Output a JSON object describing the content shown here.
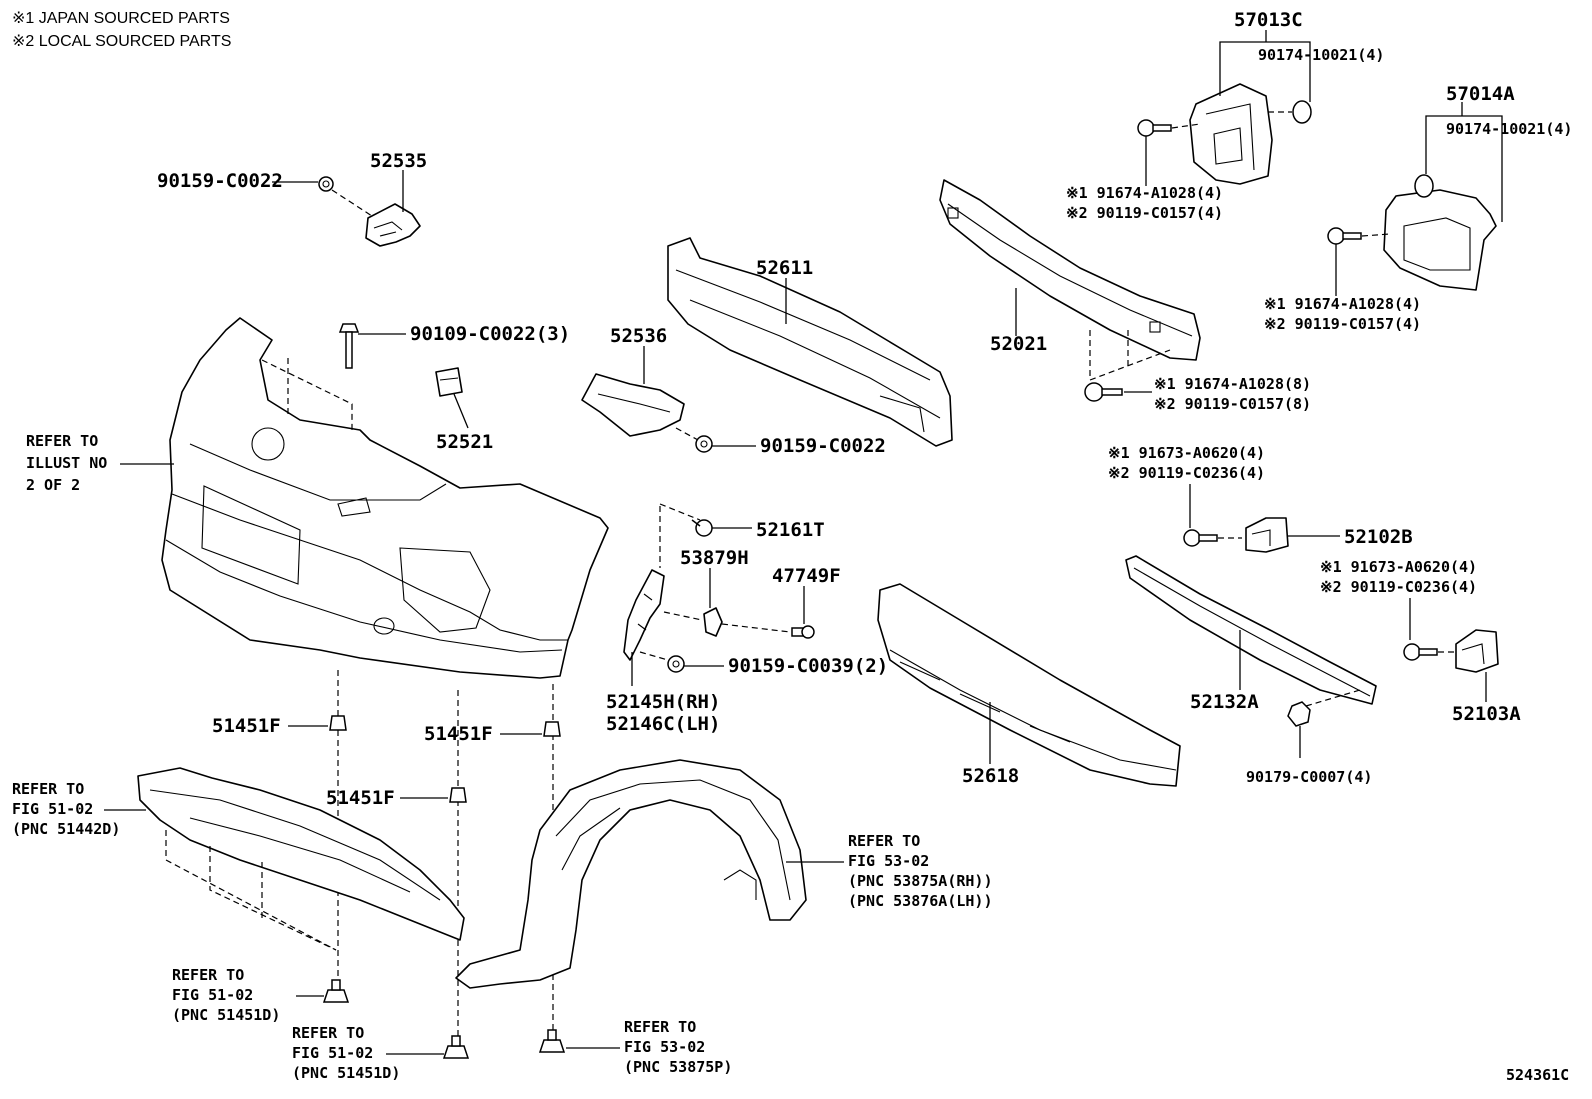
{
  "header": {
    "note1": "※1 JAPAN SOURCED PARTS",
    "note2": "※2 LOCAL SOURCED PARTS"
  },
  "diagram_id": "524361C",
  "callouts": {
    "p52535": "52535",
    "p90159_a": "90159-C0022",
    "p90109": "90109-C0022(3)",
    "p52521": "52521",
    "p52611": "52611",
    "p52536": "52536",
    "p90159_b": "90159-C0022",
    "p52021": "52021",
    "p57013c": "57013C",
    "p90174_a": "90174-10021(4)",
    "p91674_a": "※1 91674-A1028(4)",
    "p90119_a": "※2 90119-C0157(4)",
    "p57014a": "57014A",
    "p90174_b": "90174-10021(4)",
    "p91674_b": "※1 91674-A1028(4)",
    "p90119_b": "※2 90119-C0157(4)",
    "p91674_c": "※1 91674-A1028(8)",
    "p90119_c": "※2 90119-C0157(8)",
    "p91673_a": "※1 91673-A0620(4)",
    "p90119_d": "※2 90119-C0236(4)",
    "p52102b": "52102B",
    "p91673_b": "※1 91673-A0620(4)",
    "p90119_e": "※2 90119-C0236(4)",
    "p52103a": "52103A",
    "p52132a": "52132A",
    "p90179": "90179-C0007(4)",
    "p52618": "52618",
    "p52161t": "52161T",
    "p53879h": "53879H",
    "p47749f": "47749F",
    "p90159_c": "90159-C0039(2)",
    "p52145h": "52145H(RH)",
    "p52146c": "52146C(LH)",
    "p51451f_a": "51451F",
    "p51451f_b": "51451F",
    "p51451f_c": "51451F"
  },
  "references": {
    "illust": [
      "REFER TO",
      "ILLUST NO",
      "2 OF 2"
    ],
    "fig5102_a": [
      "REFER TO",
      "FIG 51-02",
      "(PNC 51442D)"
    ],
    "fig5302_a": [
      "REFER TO",
      "FIG 53-02",
      "(PNC 53875A(RH))",
      "(PNC 53876A(LH))"
    ],
    "fig5102_b": [
      "REFER TO",
      "FIG 51-02",
      "(PNC 51451D)"
    ],
    "fig5102_c": [
      "REFER TO",
      "FIG 51-02",
      "(PNC 51451D)"
    ],
    "fig5302_b": [
      "REFER TO",
      "FIG 53-02",
      "(PNC 53875P)"
    ]
  }
}
